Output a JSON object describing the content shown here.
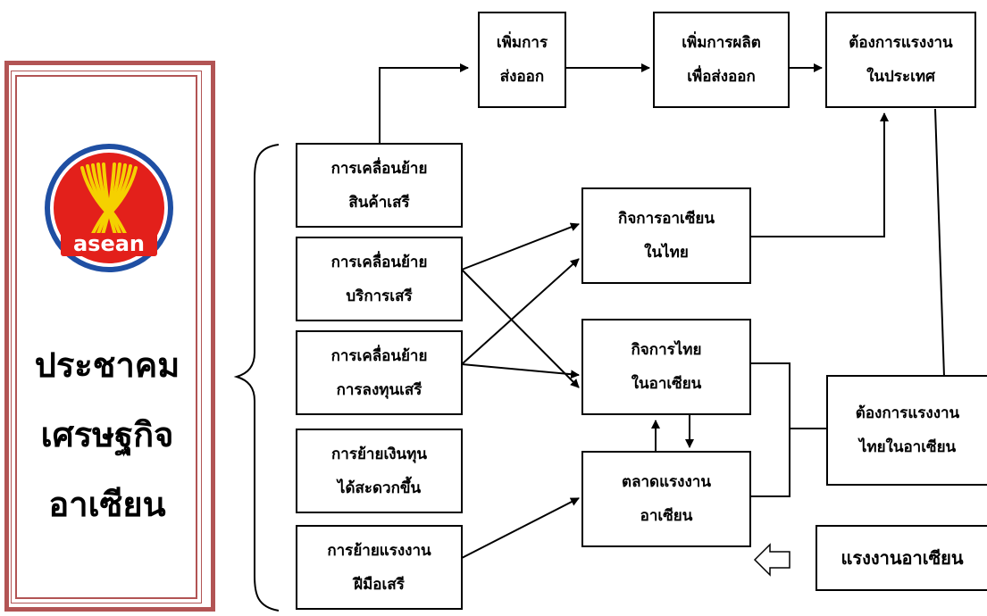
{
  "asean_panel": {
    "logo_text": "asean",
    "title_lines": [
      "ประชาคม",
      "เศรษฐกิจ",
      "อาเซียน"
    ]
  },
  "liberalization_items": [
    {
      "lines": [
        "การเคลื่อนย้าย",
        "สินค้าเสรี"
      ]
    },
    {
      "lines": [
        "การเคลื่อนย้าย",
        "บริการเสรี"
      ]
    },
    {
      "lines": [
        "การเคลื่อนย้าย",
        "การลงทุนเสรี"
      ]
    },
    {
      "lines": [
        "การย้ายเงินทุน",
        "ได้สะดวกขึ้น"
      ]
    },
    {
      "lines": [
        "การย้ายแรงงาน",
        "ฝีมือเสรี"
      ]
    }
  ],
  "top_chain": [
    {
      "lines": [
        "เพิ่มการ",
        "ส่งออก"
      ]
    },
    {
      "lines": [
        "เพิ่มการผลิต",
        "เพื่อส่งออก"
      ]
    },
    {
      "lines": [
        "ต้องการแรงงาน",
        "ในประเทศ"
      ]
    }
  ],
  "middle_boxes": {
    "asean_business_in_thailand": [
      "กิจการอาเซียน",
      "ในไทย"
    ],
    "thai_business_in_asean": [
      "กิจการไทย",
      "ในอาเซียน"
    ],
    "asean_labour_market": [
      "ตลาดแรงงาน",
      "อาเซียน"
    ]
  },
  "right_boxes": {
    "thai_labour_demand_in_asean": [
      "ต้องการแรงงาน",
      "ไทยในอาเซียน"
    ],
    "asean_labour": "แรงงานอาเซียน"
  },
  "colors": {
    "panel_border": "#b25454",
    "logo_blue": "#1f4fa3",
    "logo_red": "#e3201b",
    "logo_yellow": "#f5d100"
  }
}
